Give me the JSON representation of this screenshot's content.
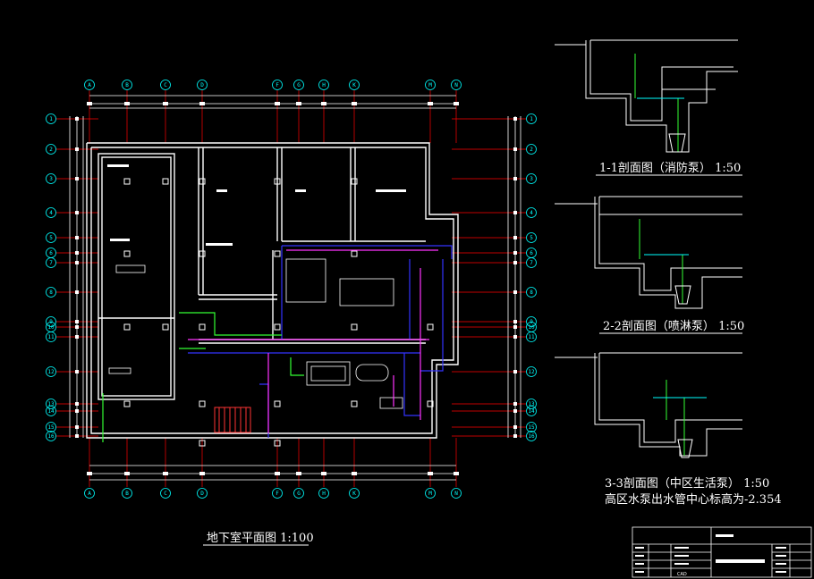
{
  "drawing": {
    "main_title": "地下室平面图 1:100",
    "section_titles": [
      "1-1剖面图（消防泵） 1:50",
      "2-2剖面图（喷淋泵） 1:50",
      "3-3剖面图（中区生活泵） 1:50"
    ],
    "note": "高区水泵出水管中心标高为-2.354",
    "col_axes": [
      "A",
      "B",
      "C",
      "D",
      "F",
      "G",
      "H",
      "K",
      "M",
      "N"
    ],
    "row_axes": [
      "1",
      "2",
      "3",
      "4",
      "5",
      "6",
      "7",
      "8",
      "9",
      "10",
      "11",
      "12",
      "13",
      "14",
      "15",
      "16"
    ],
    "title_block_cad": "CAD"
  },
  "colors": {
    "wall": "#ffffff",
    "axis": "#ff0000",
    "axis_bubble": "#00ffff",
    "pipe_blue": "#3333ff",
    "pipe_magenta": "#ff33ff",
    "pipe_green": "#33ff33",
    "pipe_red": "#ff3333",
    "text": "#ffffff"
  }
}
